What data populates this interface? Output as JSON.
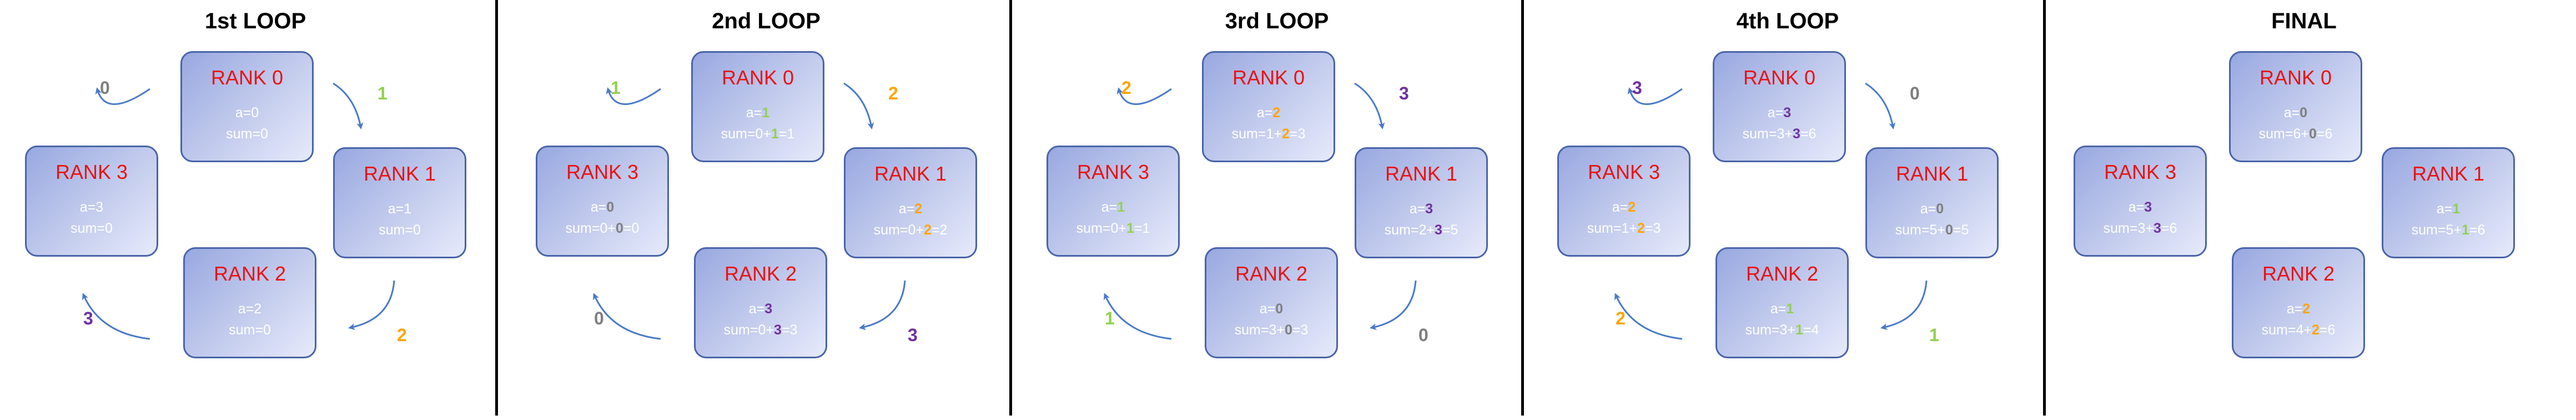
{
  "colors": {
    "0": "#7f7f7f",
    "1": "#92d050",
    "2": "#ffa500",
    "3": "#7030a0"
  },
  "panels": [
    {
      "title": "1st LOOP",
      "arrow_labels": [
        "0",
        "1",
        "2",
        "3"
      ],
      "ranks": [
        {
          "name": "RANK 0",
          "a": [
            [
              "a=",
              null
            ],
            [
              "0",
              null
            ]
          ],
          "sum": [
            [
              "sum=0",
              null
            ]
          ]
        },
        {
          "name": "RANK 1",
          "a": [
            [
              "a=1",
              null
            ]
          ],
          "sum": [
            [
              "sum=0",
              null
            ]
          ]
        },
        {
          "name": "RANK 2",
          "a": [
            [
              "a=2",
              null
            ]
          ],
          "sum": [
            [
              "sum=0",
              null
            ]
          ]
        },
        {
          "name": "RANK 3",
          "a": [
            [
              "a=3",
              null
            ]
          ],
          "sum": [
            [
              "sum=0",
              null
            ]
          ]
        }
      ]
    },
    {
      "title": "2nd LOOP",
      "arrow_labels": [
        "1",
        "2",
        "3",
        "0"
      ],
      "ranks": [
        {
          "name": "RANK 0",
          "a": [
            [
              "a=",
              null
            ],
            [
              "1",
              "1"
            ]
          ],
          "sum": [
            [
              "sum=0+",
              null
            ],
            [
              "1",
              "1"
            ],
            [
              "=1",
              null
            ]
          ]
        },
        {
          "name": "RANK 1",
          "a": [
            [
              "a=",
              null
            ],
            [
              "2",
              "2"
            ]
          ],
          "sum": [
            [
              "sum=0+",
              null
            ],
            [
              "2",
              "2"
            ],
            [
              "=2",
              null
            ]
          ]
        },
        {
          "name": "RANK 2",
          "a": [
            [
              "a=",
              null
            ],
            [
              "3",
              "3"
            ]
          ],
          "sum": [
            [
              "sum=0+",
              null
            ],
            [
              "3",
              "3"
            ],
            [
              "=3",
              null
            ]
          ]
        },
        {
          "name": "RANK 3",
          "a": [
            [
              "a=",
              null
            ],
            [
              "0",
              "0"
            ]
          ],
          "sum": [
            [
              "sum=0+",
              null
            ],
            [
              "0",
              "0"
            ],
            [
              "=0",
              null
            ]
          ]
        }
      ]
    },
    {
      "title": "3rd LOOP",
      "arrow_labels": [
        "2",
        "3",
        "0",
        "1"
      ],
      "ranks": [
        {
          "name": "RANK 0",
          "a": [
            [
              "a=",
              null
            ],
            [
              "2",
              "2"
            ]
          ],
          "sum": [
            [
              "sum=1+",
              null
            ],
            [
              "2",
              "2"
            ],
            [
              "=3",
              null
            ]
          ]
        },
        {
          "name": "RANK 1",
          "a": [
            [
              "a=",
              null
            ],
            [
              "3",
              "3"
            ]
          ],
          "sum": [
            [
              "sum=2+",
              null
            ],
            [
              "3",
              "3"
            ],
            [
              "=5",
              null
            ]
          ]
        },
        {
          "name": "RANK 2",
          "a": [
            [
              "a=",
              null
            ],
            [
              "0",
              "0"
            ]
          ],
          "sum": [
            [
              "sum=3+",
              null
            ],
            [
              "0",
              "0"
            ],
            [
              "=3",
              null
            ]
          ]
        },
        {
          "name": "RANK 3",
          "a": [
            [
              "a=",
              null
            ],
            [
              "1",
              "1"
            ]
          ],
          "sum": [
            [
              "sum=0+",
              null
            ],
            [
              "1",
              "1"
            ],
            [
              "=1",
              null
            ]
          ]
        }
      ]
    },
    {
      "title": "4th LOOP",
      "arrow_labels": [
        "3",
        "0",
        "1",
        "2"
      ],
      "ranks": [
        {
          "name": "RANK 0",
          "a": [
            [
              "a=",
              null
            ],
            [
              "3",
              "3"
            ]
          ],
          "sum": [
            [
              "sum=3+",
              null
            ],
            [
              "3",
              "3"
            ],
            [
              "=6",
              null
            ]
          ]
        },
        {
          "name": "RANK 1",
          "a": [
            [
              "a=",
              null
            ],
            [
              "0",
              "0"
            ]
          ],
          "sum": [
            [
              "sum=5+",
              null
            ],
            [
              "0",
              "0"
            ],
            [
              "=5",
              null
            ]
          ]
        },
        {
          "name": "RANK 2",
          "a": [
            [
              "a=",
              null
            ],
            [
              "1",
              "1"
            ]
          ],
          "sum": [
            [
              "sum=3+",
              null
            ],
            [
              "1",
              "1"
            ],
            [
              "=4",
              null
            ]
          ]
        },
        {
          "name": "RANK 3",
          "a": [
            [
              "a=",
              null
            ],
            [
              "2",
              "2"
            ]
          ],
          "sum": [
            [
              "sum=1+",
              null
            ],
            [
              "2",
              "2"
            ],
            [
              "=3",
              null
            ]
          ]
        }
      ]
    },
    {
      "title": "FINAL",
      "arrow_labels": [],
      "ranks": [
        {
          "name": "RANK 0",
          "a": [
            [
              "a=",
              null
            ],
            [
              "0",
              "0"
            ]
          ],
          "sum": [
            [
              "sum=6+",
              null
            ],
            [
              "0",
              "0"
            ],
            [
              "=6",
              null
            ]
          ]
        },
        {
          "name": "RANK 1",
          "a": [
            [
              "a=",
              null
            ],
            [
              "1",
              "1"
            ]
          ],
          "sum": [
            [
              "sum=5+",
              null
            ],
            [
              "1",
              "1"
            ],
            [
              "=6",
              null
            ]
          ]
        },
        {
          "name": "RANK 2",
          "a": [
            [
              "a=",
              null
            ],
            [
              "2",
              "2"
            ]
          ],
          "sum": [
            [
              "sum=4+",
              null
            ],
            [
              "2",
              "2"
            ],
            [
              "=6",
              null
            ]
          ]
        },
        {
          "name": "RANK 3",
          "a": [
            [
              "a=",
              null
            ],
            [
              "3",
              "3"
            ]
          ],
          "sum": [
            [
              "sum=3+",
              null
            ],
            [
              "3",
              "3"
            ],
            [
              "=6",
              null
            ]
          ]
        }
      ]
    }
  ]
}
